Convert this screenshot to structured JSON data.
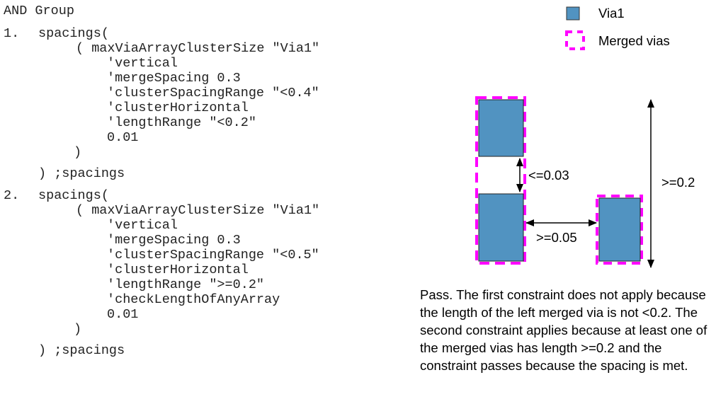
{
  "code": {
    "header": "AND Group",
    "blocks": [
      {
        "number": "1.",
        "open": "spacings(",
        "lines": [
          "( maxViaArrayClusterSize \"Via1\"",
          "'vertical",
          "'mergeSpacing 0.3",
          "'clusterSpacingRange \"<0.4\"",
          "'clusterHorizontal",
          "'lengthRange \"<0.2\"",
          "0.01",
          ")"
        ],
        "close": ") ;spacings"
      },
      {
        "number": "2.",
        "open": "spacings(",
        "lines": [
          "( maxViaArrayClusterSize \"Via1\"",
          "'vertical",
          "'mergeSpacing 0.3",
          "'clusterSpacingRange \"<0.5\"",
          "'clusterHorizontal",
          "'lengthRange \">=0.2\"",
          "'checkLengthOfAnyArray",
          "0.01",
          ")"
        ],
        "close": ") ;spacings"
      }
    ]
  },
  "legend": {
    "via_label": "Via1",
    "merged_label": "Merged vias"
  },
  "diagram": {
    "labels": {
      "vertical_gap": "<=0.03",
      "horizontal_gap": ">=0.05",
      "length": ">=0.2"
    }
  },
  "caption": "Pass. The first constraint does not apply because the length of the left merged via is not <0.2. The second constraint applies because at least one of the merged vias has length >=0.2 and the constraint passes because the spacing is met.",
  "colors": {
    "via_fill": "#5193c1",
    "merged_outline": "#ff00ff",
    "arrow": "#000000"
  }
}
